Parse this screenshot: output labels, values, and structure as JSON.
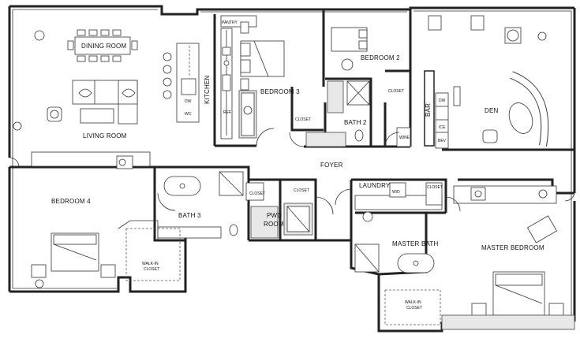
{
  "rooms": {
    "dining_room": "DINING ROOM",
    "living_room": "LIVING ROOM",
    "kitchen": "KITCHEN",
    "pantry": "PANTRY",
    "bedroom_3": "BEDROOM 3",
    "closet_b3": "CLOSET",
    "bedroom_2": "BEDROOM 2",
    "closet_b2": "CLOSET",
    "bath_2": "BATH 2",
    "wine": "WINE",
    "bar": "BAR",
    "den": "DEN",
    "foyer": "FOYER",
    "bedroom_4": "BEDROOM 4",
    "bath_3": "BATH 3",
    "closet_bath3": "CLOSET",
    "closet_pwd": "CLOSET",
    "pwd_room_1": "PWD",
    "pwd_room_2": "ROOM",
    "walkin_closet_1a": "WALK-IN",
    "walkin_closet_1b": "CLOSET",
    "laundry": "LAUNDRY",
    "closet_master": "CLOSET",
    "master_bath": "MASTER BATH",
    "master_bedroom": "MASTER BEDROOM",
    "walkin_closet_2a": "WALK-IN",
    "walkin_closet_2b": "CLOSET"
  },
  "fixtures": {
    "dw_kitchen": "DW",
    "wc_kitchen": "WC",
    "ref": "REF",
    "dw_bar": "DW",
    "ice": "ICE",
    "bev": "BEV",
    "washer_dryer": "W/D"
  }
}
